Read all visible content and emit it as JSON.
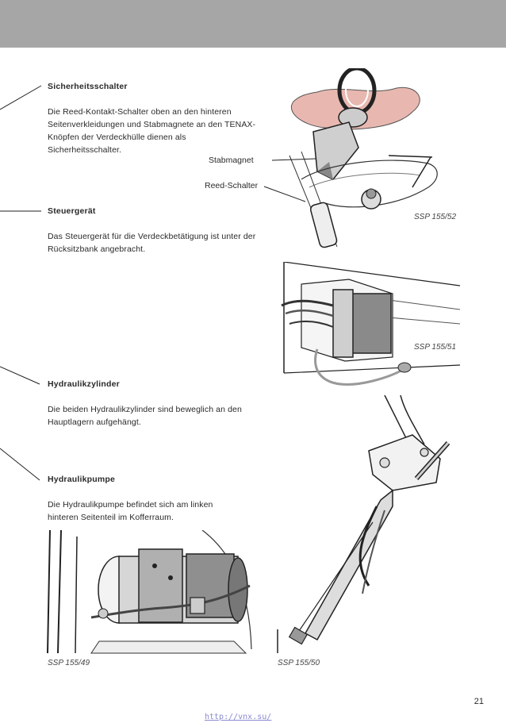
{
  "sections": [
    {
      "heading": "Sicherheitsschalter",
      "text": "Die Reed-Kontakt-Schalter oben an den hinteren Seitenverkleidungen und Stabmagnete an den TENAX-Knöpfen der Verdeckhülle dienen als Sicherheitsschalter."
    },
    {
      "heading": "Steuergerät",
      "text": "Das Steuergerät für die Verdeckbetätigung ist unter der Rücksitzbank angebracht."
    },
    {
      "heading": "Hydraulikzylinder",
      "text": "Die beiden Hydraulikzylinder sind beweglich an den Hauptlagern aufgehängt."
    },
    {
      "heading": "Hydraulikpumpe",
      "text": "Die Hydraulikpumpe befindet sich am linken hinteren Seitenteil im Kofferraum."
    }
  ],
  "figures": {
    "fig1": {
      "caption": "SSP 155/52",
      "label_magnet": "Stabmagnet",
      "label_reed": "Reed-Schalter"
    },
    "fig2": {
      "caption": "SSP 155/51"
    },
    "fig3": {
      "caption": "SSP 155/49"
    },
    "fig4": {
      "caption": "SSP 155/50"
    }
  },
  "page_number": "21",
  "footer_url": "http://vnx.su/"
}
